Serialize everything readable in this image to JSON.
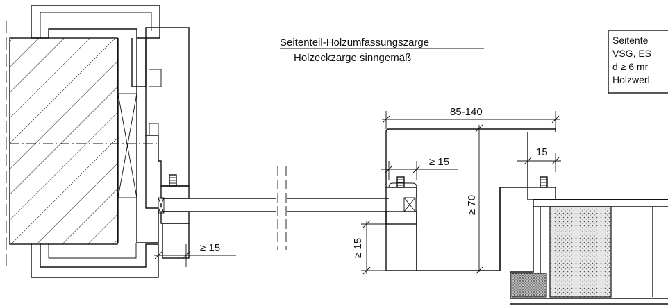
{
  "title": {
    "line1": "Seitenteil-Holzumfassungszarge",
    "line2": "Holzeckzarge sinngemäß"
  },
  "note": {
    "lines": [
      "Seitente",
      "VSG, ES",
      "d ≥ 6 mr",
      "Holzwerl"
    ]
  },
  "dimensions": {
    "width_range": "85-140",
    "min_rebate_top": "≥ 15",
    "right_rebate": "15",
    "height_min": "≥ 70",
    "vertical_min": "≥ 15",
    "bottom_left_min": "≥ 15"
  },
  "colors": {
    "line": "#111111",
    "background": "#ffffff",
    "stipple": "#d8d8d8"
  }
}
